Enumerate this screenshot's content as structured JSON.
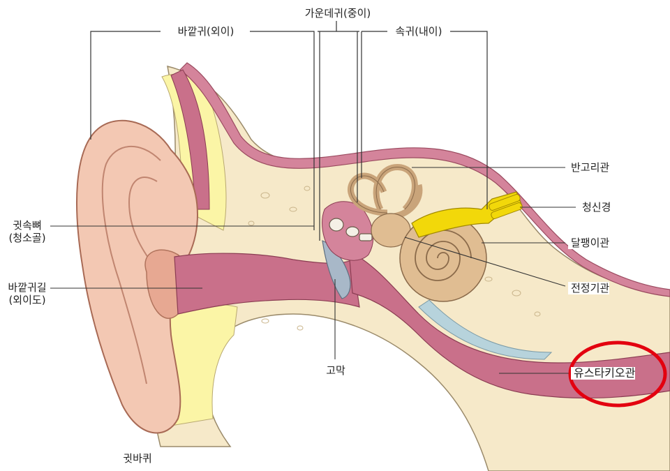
{
  "colors": {
    "skin": "#f3c8b3",
    "skin_dark": "#dda287",
    "bone": "#f6e9c9",
    "bone_spongy": "#fbf5a6",
    "canal": "#c9708a",
    "canal_light": "#e6a9b8",
    "cochlea": "#d9b48a",
    "nerve": "#f2d80a",
    "eardrum": "#a8b8c8",
    "cartilage": "#b7d3dc",
    "highlight_circle": "#e3000f"
  },
  "labels": {
    "outer_ear": "바깥귀(외이)",
    "middle_ear": "가운데귀(중이)",
    "inner_ear": "속귀(내이)",
    "semicircular_canal": "반고리관",
    "auditory_nerve": "청신경",
    "cochlea": "달팽이관",
    "vestibule": "전정기관",
    "eustachian_tube": "유스타키오관",
    "eardrum": "고막",
    "ossicles_line1": "귓속뼈",
    "ossicles_line2": "(청소골)",
    "ear_canal_line1": "바깥귀길",
    "ear_canal_line2": "(외이도)",
    "earlobe": "귓바퀴"
  }
}
